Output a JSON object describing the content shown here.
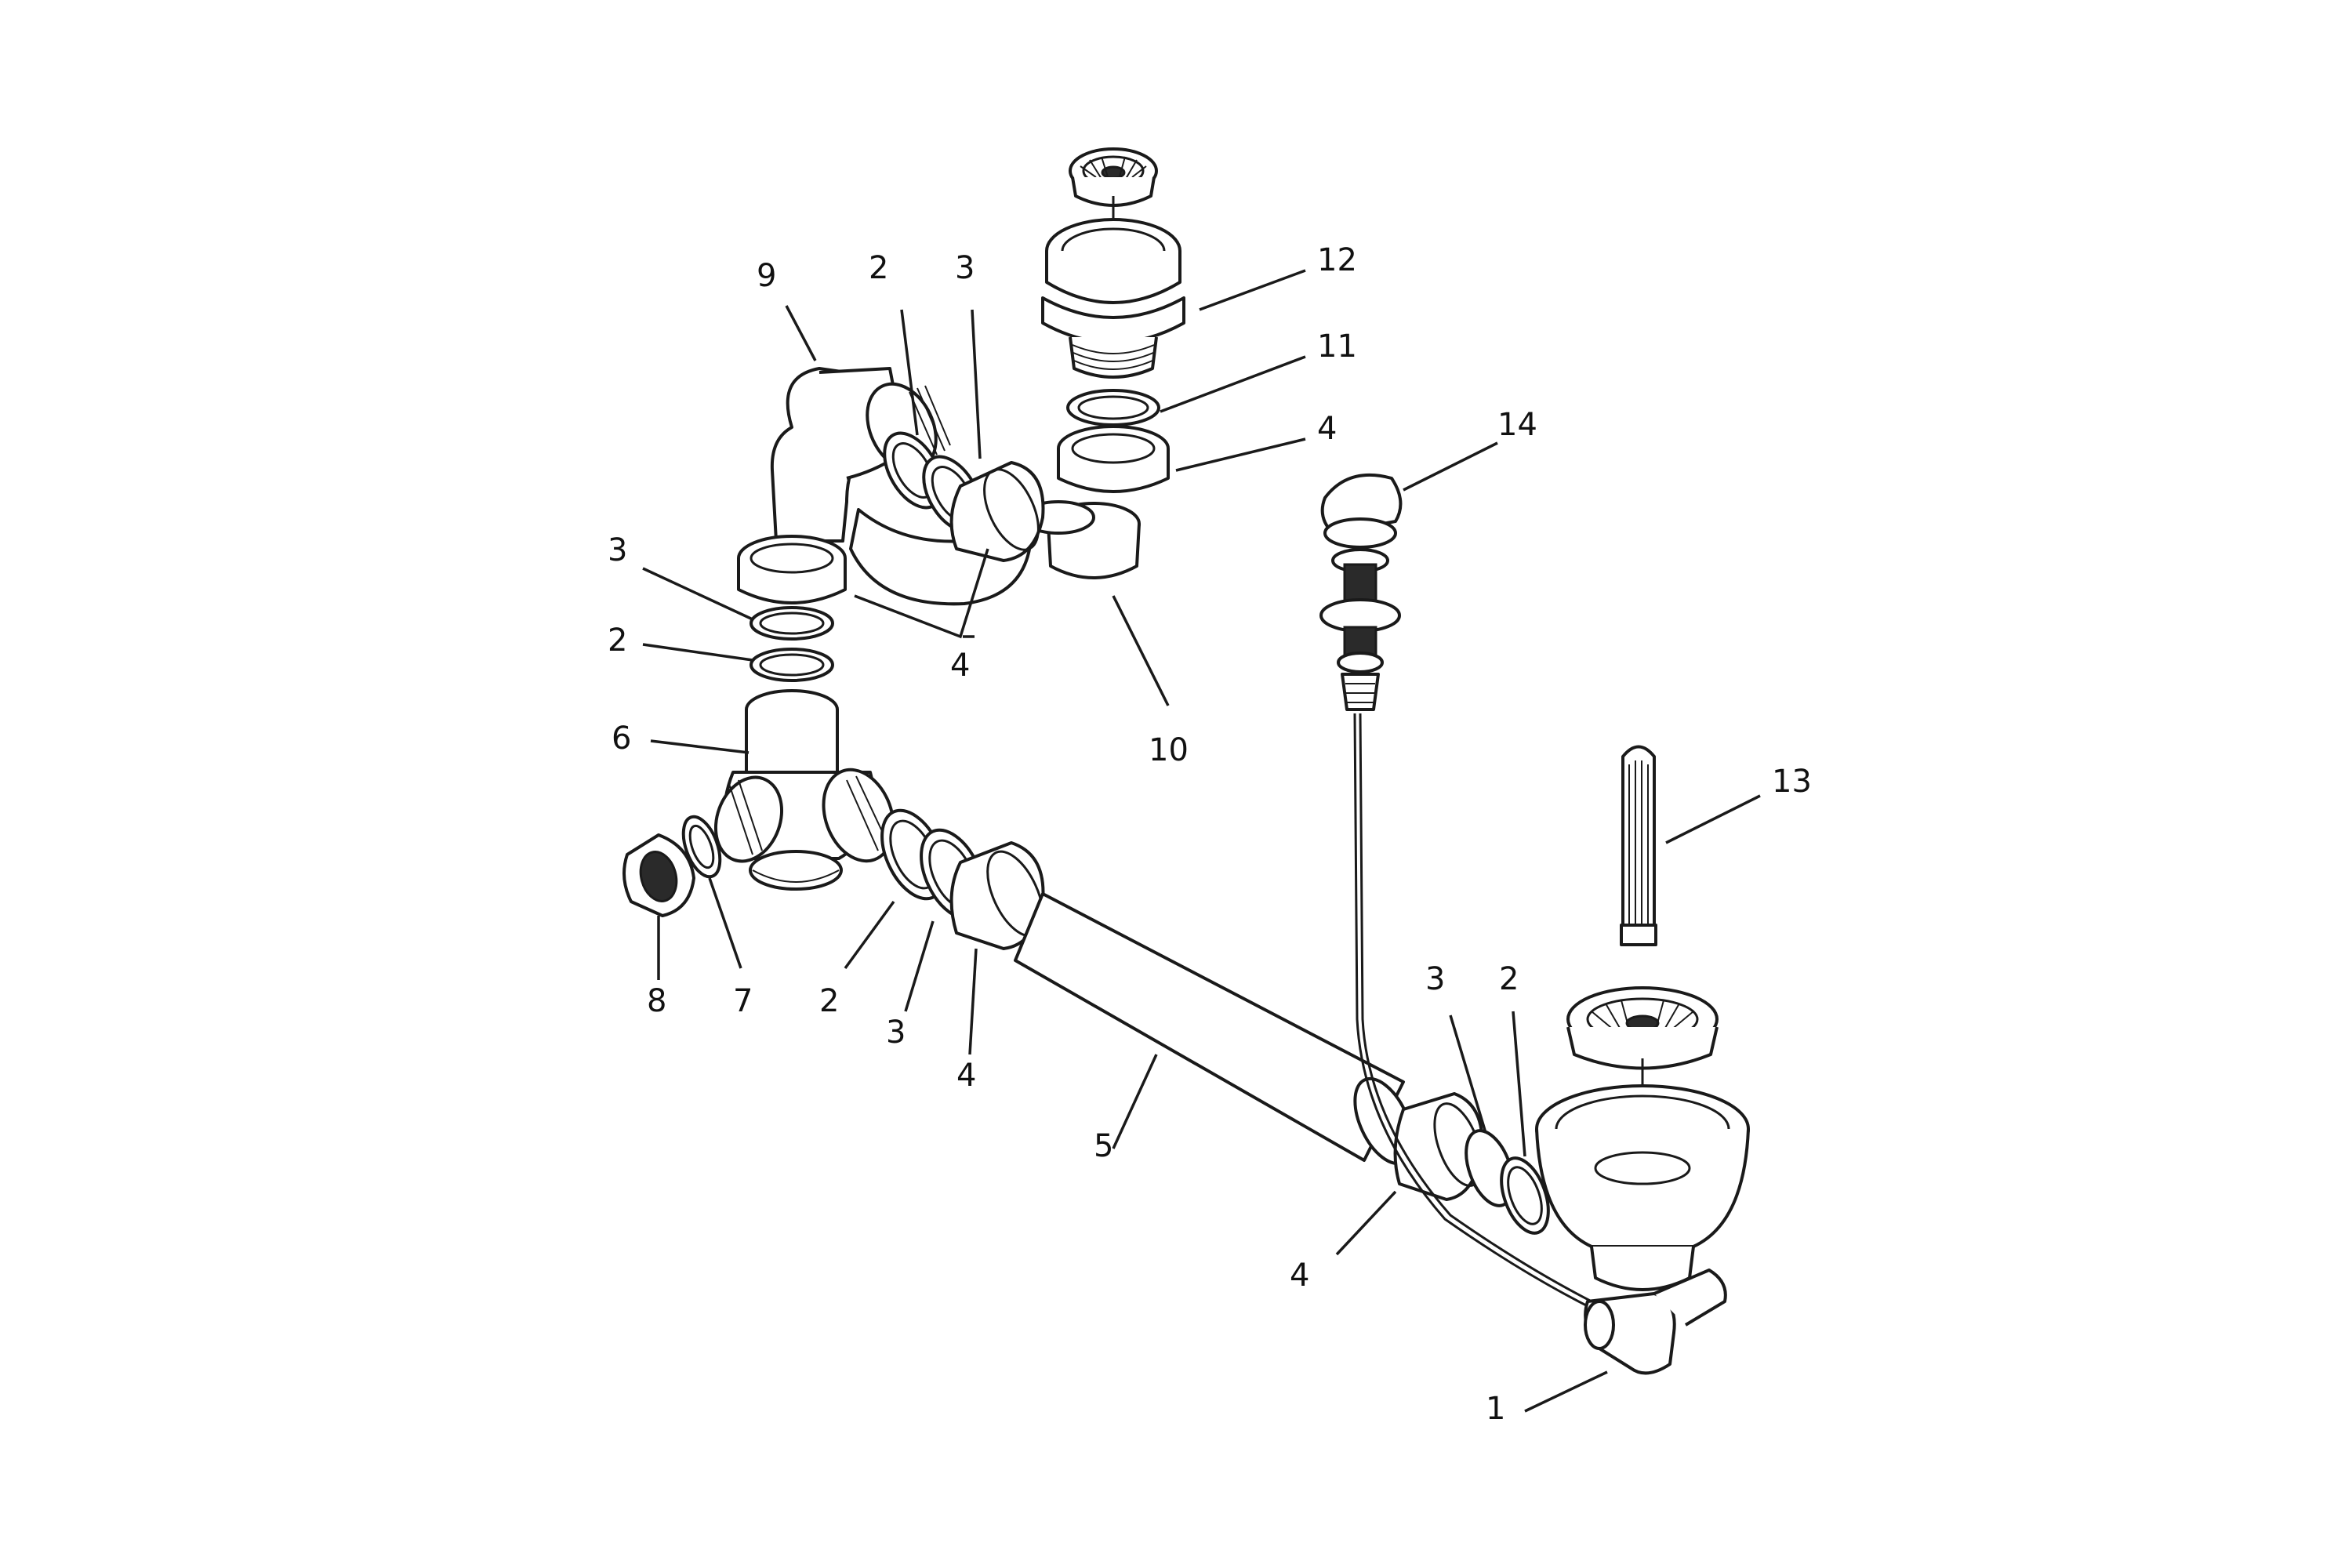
{
  "diagram": {
    "callouts": [
      {
        "id": "c9",
        "text": "9"
      },
      {
        "id": "c2-top",
        "text": "2"
      },
      {
        "id": "c3-top",
        "text": "3"
      },
      {
        "id": "c12",
        "text": "12"
      },
      {
        "id": "c11",
        "text": "11"
      },
      {
        "id": "c4-top",
        "text": "4"
      },
      {
        "id": "c14",
        "text": "14"
      },
      {
        "id": "c3-left",
        "text": "3"
      },
      {
        "id": "c2-left",
        "text": "2"
      },
      {
        "id": "c4-mid",
        "text": "4"
      },
      {
        "id": "c10",
        "text": "10"
      },
      {
        "id": "c6",
        "text": "6"
      },
      {
        "id": "c13",
        "text": "13"
      },
      {
        "id": "c8",
        "text": "8"
      },
      {
        "id": "c7",
        "text": "7"
      },
      {
        "id": "c2-bottom",
        "text": "2"
      },
      {
        "id": "c3-bottom",
        "text": "3"
      },
      {
        "id": "c4-bottom",
        "text": "4"
      },
      {
        "id": "c3-right",
        "text": "3"
      },
      {
        "id": "c2-right",
        "text": "2"
      },
      {
        "id": "c5",
        "text": "5"
      },
      {
        "id": "c4-right",
        "text": "4"
      },
      {
        "id": "c1",
        "text": "1"
      }
    ]
  }
}
